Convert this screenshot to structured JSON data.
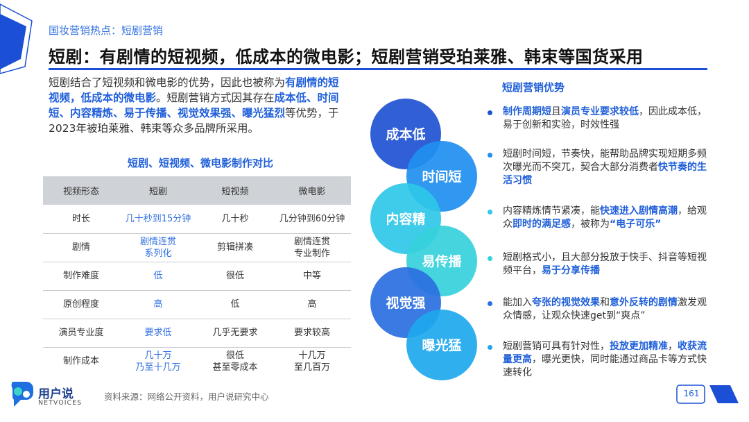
{
  "header": {
    "section_label": "国妆营销热点：短剧营销",
    "title": "短剧：有剧情的短视频，低成本的微电影；短剧营销受珀莱雅、韩束等国货采用"
  },
  "intro": {
    "segments": [
      {
        "text": "短剧结合了短视频和微电影的优势，因此也被称为",
        "bold": false
      },
      {
        "text": "有剧情的短视频，低成本的微电影",
        "bold": true
      },
      {
        "text": "。短剧营销方式因其存在",
        "bold": false
      },
      {
        "text": "成本低、时间短、内容精炼、易于传播、视觉效果强、曝光猛烈",
        "bold": true
      },
      {
        "text": "等优势，于2023年被珀莱雅、韩束等众多品牌所采用。",
        "bold": false
      }
    ]
  },
  "table": {
    "title": "短剧、短视频、微电影制作对比",
    "headers": [
      "视频形态",
      "短剧",
      "短视频",
      "微电影"
    ],
    "rows": [
      [
        "时长",
        "几十秒到15分钟",
        "几十秒",
        "几分钟到60分钟"
      ],
      [
        "剧情",
        "剧情连贯\n系列化",
        "剪辑拼凑",
        "剧情连贯\n专业制作"
      ],
      [
        "制作难度",
        "低",
        "很低",
        "中等"
      ],
      [
        "原创程度",
        "高",
        "低",
        "高"
      ],
      [
        "演员专业度",
        "要求低",
        "几乎无要求",
        "要求较高"
      ],
      [
        "制作成本",
        "几十万\n乃至十几万",
        "很低\n甚至零成本",
        "十几万\n至几百万"
      ]
    ]
  },
  "diagram": {
    "circles": [
      {
        "label": "成本低",
        "color": "#1f52d3"
      },
      {
        "label": "时间短",
        "color": "#1f8ff0"
      },
      {
        "label": "内容精",
        "color": "#2ec8e8"
      },
      {
        "label": "易传播",
        "color": "#36d1dc"
      },
      {
        "label": "视觉强",
        "color": "#2a6fe0"
      },
      {
        "label": "曝光猛",
        "color": "#1ea8ee"
      }
    ]
  },
  "benefits": {
    "title": "短剧营销优势",
    "items": [
      {
        "color": "#1f52d3",
        "segments": [
          {
            "text": "制作周期短",
            "bold": true
          },
          {
            "text": "且",
            "bold": false
          },
          {
            "text": "演员专业要求较低",
            "bold": true
          },
          {
            "text": "，因此成本低，易于创新和实验，时效性强",
            "bold": false
          }
        ]
      },
      {
        "color": "#1f8ff0",
        "segments": [
          {
            "text": "短剧时间短，节奏快，能帮助品牌实现短期多频次曝光而不突兀，契合大部分消费者",
            "bold": false
          },
          {
            "text": "快节奏的生活习惯",
            "bold": true
          }
        ]
      },
      {
        "color": "#2ec8e8",
        "segments": [
          {
            "text": "内容精炼情节紧凑，能",
            "bold": false
          },
          {
            "text": "快速进入剧情高潮",
            "bold": true
          },
          {
            "text": "，给观众",
            "bold": false
          },
          {
            "text": "即时的满足感",
            "bold": true
          },
          {
            "text": "，被称为",
            "bold": false
          },
          {
            "text": "“电子可乐”",
            "bold": true
          }
        ]
      },
      {
        "color": "#36d1dc",
        "segments": [
          {
            "text": "短剧格式小，且大部分投放于快手、抖音等短视频平台，",
            "bold": false
          },
          {
            "text": "易于分享传播",
            "bold": true
          }
        ]
      },
      {
        "color": "#2a6fe0",
        "segments": [
          {
            "text": "能加入",
            "bold": false
          },
          {
            "text": "夸张的视觉效果",
            "bold": true
          },
          {
            "text": "和",
            "bold": false
          },
          {
            "text": "意外反转的剧情",
            "bold": true
          },
          {
            "text": "激发观众情感，让观众快速get到“爽点”",
            "bold": false
          }
        ]
      },
      {
        "color": "#1ea8ee",
        "segments": [
          {
            "text": "短剧营销可具有针对性，",
            "bold": false
          },
          {
            "text": "投放更加精准",
            "bold": true
          },
          {
            "text": "，",
            "bold": false
          },
          {
            "text": "收获流量更高",
            "bold": true
          },
          {
            "text": "，曝光更快，同时能通过商品卡等方式快速转化",
            "bold": false
          }
        ]
      }
    ]
  },
  "footer": {
    "logo_name": "用户说",
    "logo_sub": "NETVOICES",
    "source": "资料来源：网络公开资料，用户说研究中心",
    "page_number": "161"
  }
}
